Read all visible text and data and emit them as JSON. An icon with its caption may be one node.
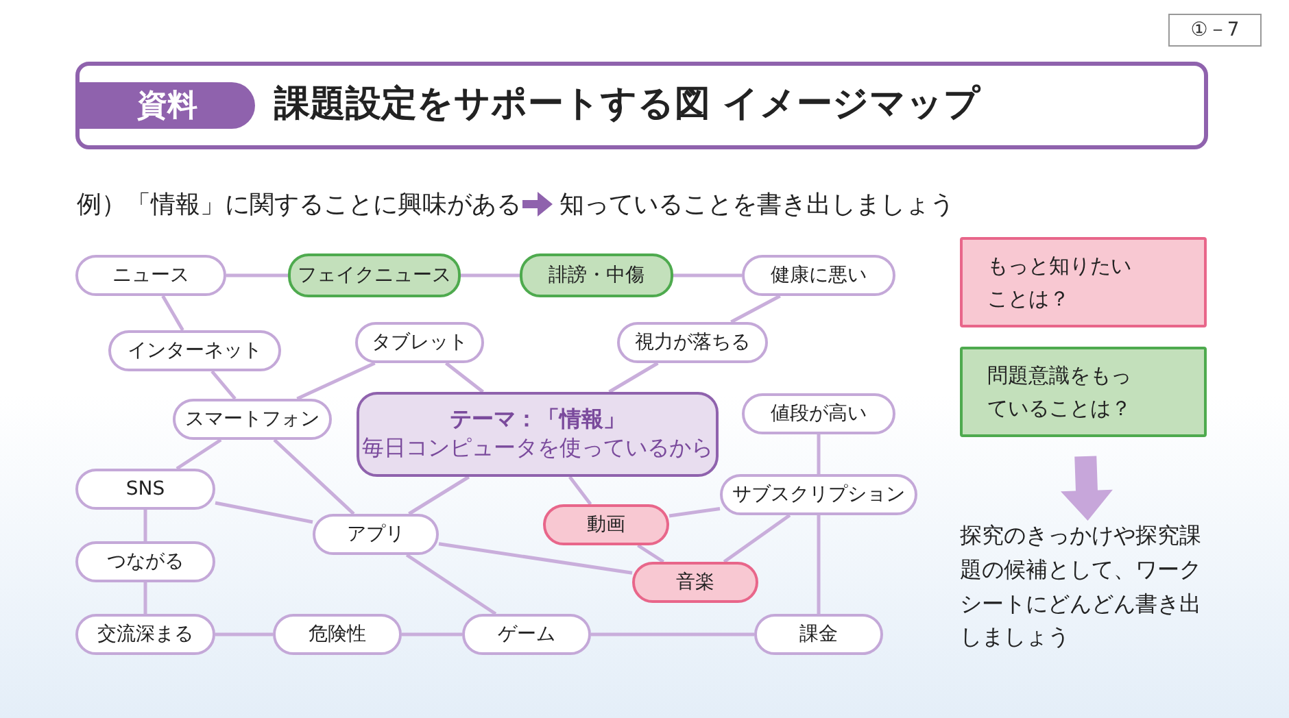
{
  "diagram": {
    "title": "課題設定をサポートする図 イメージマップ",
    "nodes": [
      {
        "text": [
          "ニュース"
        ]
      },
      {
        "text": [
          "フェイクニュース"
        ]
      },
      {
        "text": [
          "誹謗・中傷"
        ]
      },
      {
        "text": [
          "健康に悪い"
        ]
      },
      {
        "text": [
          "インターネット"
        ]
      },
      {
        "text": [
          "タブレット"
        ]
      },
      {
        "text": [
          "視力が落ちる"
        ]
      },
      {
        "text": [
          "スマートフォン"
        ]
      },
      {
        "text": [
          "テーマ：「情報」",
          "毎日コンピュータを使っているから"
        ]
      },
      {
        "text": [
          "値段が高い"
        ]
      },
      {
        "text": [
          "SNS"
        ]
      },
      {
        "text": [
          "サブスクリプション"
        ]
      },
      {
        "text": [
          "アプリ"
        ]
      },
      {
        "text": [
          "動画"
        ]
      },
      {
        "text": [
          "つながる"
        ]
      },
      {
        "text": [
          "音楽"
        ]
      },
      {
        "text": [
          "交流深まる"
        ]
      },
      {
        "text": [
          "危険性"
        ]
      },
      {
        "text": [
          "ゲーム"
        ]
      },
      {
        "text": [
          "課金"
        ]
      },
      {
        "text": [
          "もっと知りたいことは？"
        ]
      },
      {
        "text": [
          "問題意識をもっていることは？"
        ]
      },
      {
        "text": [
          "探究のきっかけや探究課題の候補として、ワークシートにどんどん書き出しましょう"
        ]
      }
    ],
    "edges": [
      {
        "from": 0,
        "to": 1,
        "arrow": "none"
      },
      {
        "from": 1,
        "to": 2,
        "arrow": "none"
      },
      {
        "from": 2,
        "to": 3,
        "arrow": "none"
      },
      {
        "from": 0,
        "to": 4,
        "arrow": "none"
      },
      {
        "from": 4,
        "to": 7,
        "arrow": "none"
      },
      {
        "from": 7,
        "to": 5,
        "arrow": "none"
      },
      {
        "from": 5,
        "to": 8,
        "arrow": "none"
      },
      {
        "from": 3,
        "to": 6,
        "arrow": "none"
      },
      {
        "from": 6,
        "to": 8,
        "arrow": "none"
      },
      {
        "from": 7,
        "to": 10,
        "arrow": "none"
      },
      {
        "from": 7,
        "to": 12,
        "arrow": "none"
      },
      {
        "from": 10,
        "to": 12,
        "arrow": "none"
      },
      {
        "from": 10,
        "to": 14,
        "arrow": "none"
      },
      {
        "from": 14,
        "to": 16,
        "arrow": "none"
      },
      {
        "from": 16,
        "to": 17,
        "arrow": "none"
      },
      {
        "from": 17,
        "to": 18,
        "arrow": "none"
      },
      {
        "from": 18,
        "to": 19,
        "arrow": "none"
      },
      {
        "from": 12,
        "to": 8,
        "arrow": "none"
      },
      {
        "from": 12,
        "to": 15,
        "arrow": "none"
      },
      {
        "from": 12,
        "to": 18,
        "arrow": "none"
      },
      {
        "from": 8,
        "to": 13,
        "arrow": "none"
      },
      {
        "from": 13,
        "to": 11,
        "arrow": "none"
      },
      {
        "from": 13,
        "to": 15,
        "arrow": "none"
      },
      {
        "from": 15,
        "to": 11,
        "arrow": "none"
      },
      {
        "from": 9,
        "to": 11,
        "arrow": "none"
      },
      {
        "from": 11,
        "to": 19,
        "arrow": "none"
      },
      {
        "from": 21,
        "to": 22,
        "arrow": "to",
        "style": "thick",
        "color": "#c7a6da"
      }
    ],
    "labels": [
      "①－7",
      "資料",
      "例）「情報」に関することに興味がある",
      "知っていることを書き出しましょう"
    ]
  }
}
